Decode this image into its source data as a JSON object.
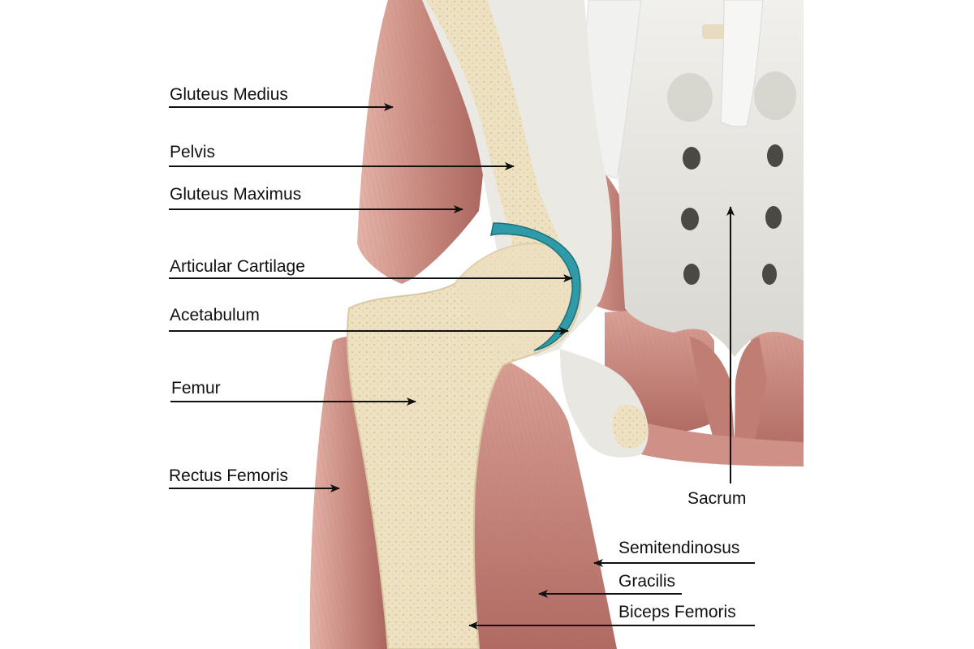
{
  "labels": {
    "gluteus_medius": "Gluteus Medius",
    "pelvis": "Pelvis",
    "gluteus_maximus": "Gluteus Maximus",
    "articular_cartilage": "Articular Cartilage",
    "acetabulum": "Acetabulum",
    "femur": "Femur",
    "rectus_femoris": "Rectus Femoris",
    "sacrum": "Sacrum",
    "semitendinosus": "Semitendinosus",
    "gracilis": "Gracilis",
    "biceps_femoris": "Biceps Femoris"
  },
  "colors": {
    "muscle": "#c98a80",
    "muscle_dark": "#a9655d",
    "bone": "#eee3c4",
    "bone_spongy": "#e3d3ab",
    "cartilage": "#2f9aa8",
    "sacrum": "#e7e6e1",
    "ligament": "#f2f2f0"
  }
}
